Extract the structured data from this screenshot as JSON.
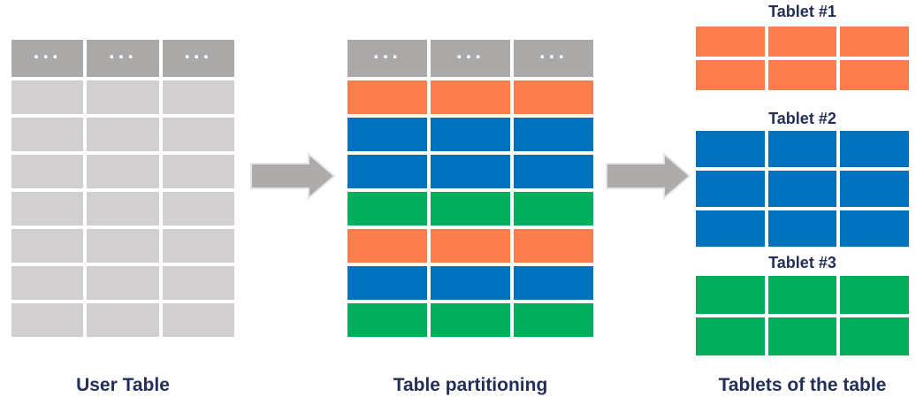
{
  "user_table": {
    "label": "User Table",
    "header_cells": [
      "...",
      "...",
      "..."
    ],
    "columns": 3,
    "body_rows": 7,
    "row_color_name": "row_gray"
  },
  "partitioned_table": {
    "label": "Table partitioning",
    "header_cells": [
      "...",
      "...",
      "..."
    ],
    "columns": 3,
    "row_colors": [
      "orange",
      "blue",
      "blue",
      "green",
      "orange",
      "blue",
      "green"
    ]
  },
  "tablets": {
    "label": "Tablets of the table",
    "items": [
      {
        "title": "Tablet #1",
        "color": "orange",
        "rows": 2,
        "columns": 3
      },
      {
        "title": "Tablet #2",
        "color": "blue",
        "rows": 3,
        "columns": 3
      },
      {
        "title": "Tablet #3",
        "color": "green",
        "rows": 2,
        "columns": 3
      }
    ]
  },
  "icons": {
    "flow_arrows": [
      "right-arrow",
      "right-arrow"
    ]
  },
  "colors": {
    "header_gray": "#aba8a8",
    "row_gray": "#d1cfcf",
    "orange": "#fc7e4e",
    "blue": "#0071bc",
    "green": "#00ae5b",
    "label_navy": "#232f58",
    "arrow_gray": "#aeabab",
    "arrow_outline": "#e7e5e5",
    "background": "#ffffff"
  }
}
